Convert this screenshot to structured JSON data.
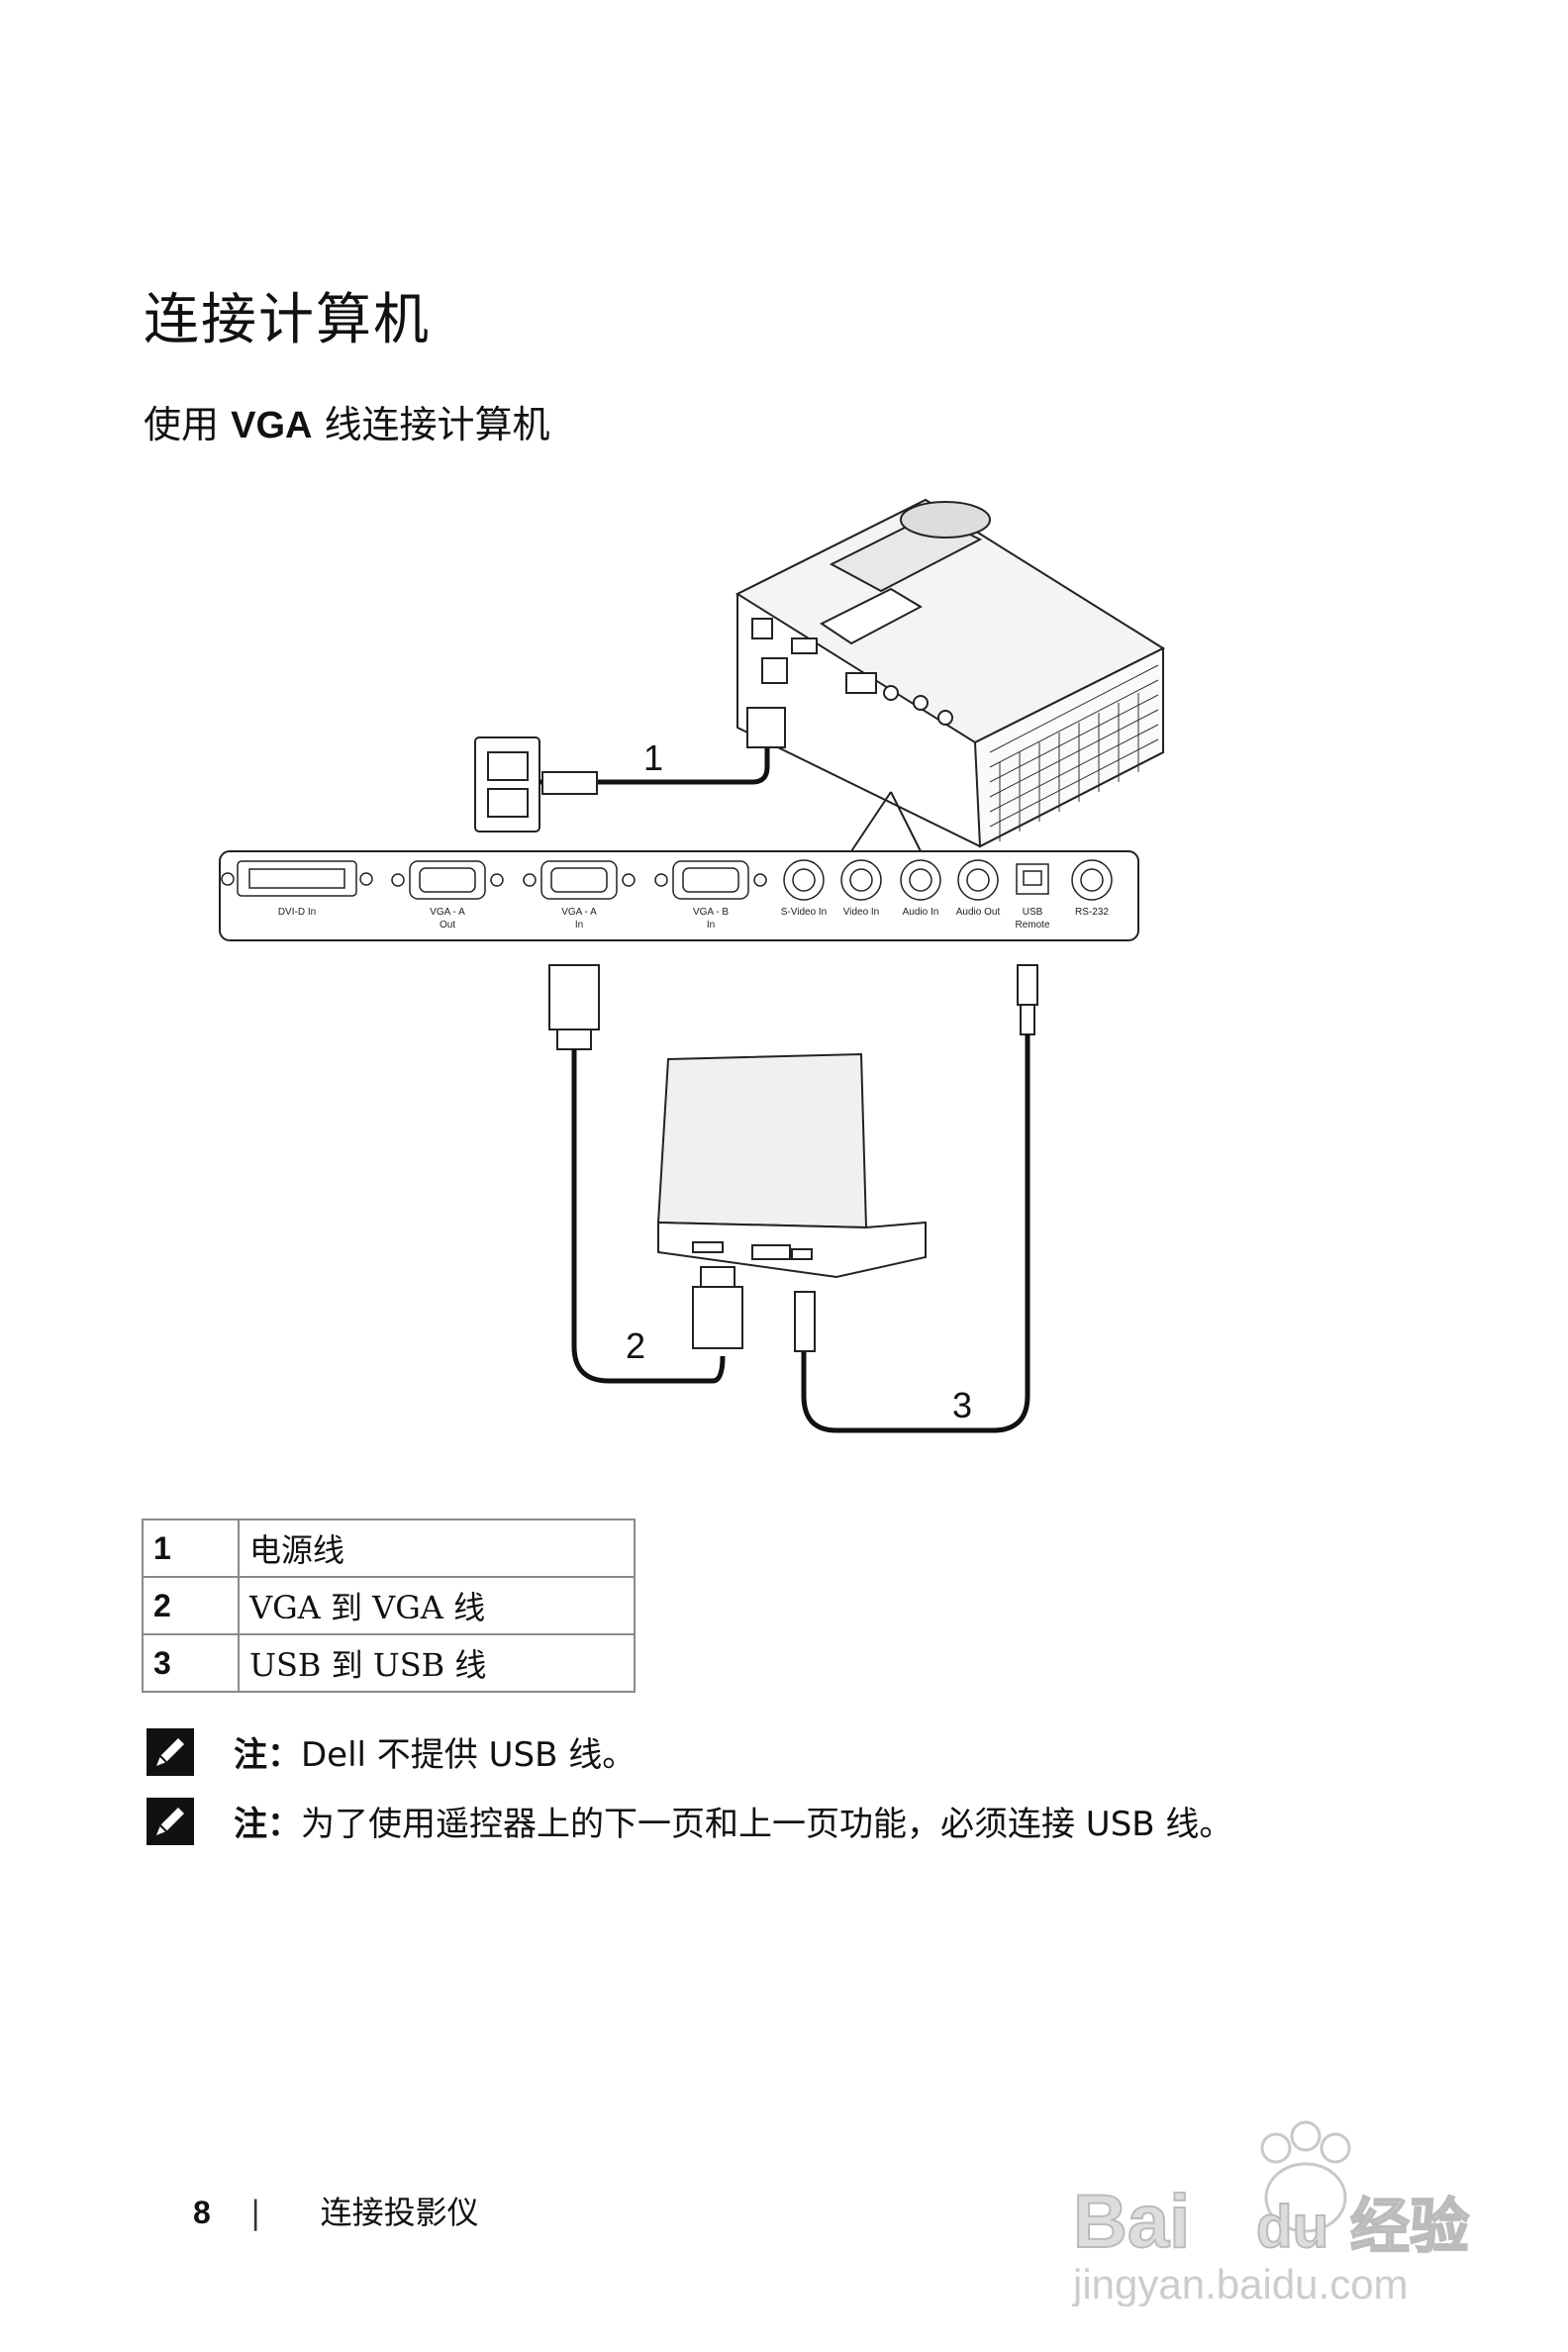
{
  "heading": "连接计算机",
  "subheading": {
    "prefix": "使用 ",
    "bold": "VGA",
    "suffix": " 线连接计算机"
  },
  "diagram": {
    "callouts": [
      "1",
      "2",
      "3"
    ],
    "ports": [
      {
        "name": "dvi-d-in",
        "line1": "DVI-D In",
        "line2": ""
      },
      {
        "name": "vga-a-out",
        "line1": "VGA - A",
        "line2": "Out"
      },
      {
        "name": "vga-a-in",
        "line1": "VGA - A",
        "line2": "In"
      },
      {
        "name": "vga-b-in",
        "line1": "VGA - B",
        "line2": "In"
      },
      {
        "name": "s-video-in",
        "line1": "S-Video In",
        "line2": ""
      },
      {
        "name": "video-in",
        "line1": "Video In",
        "line2": ""
      },
      {
        "name": "audio-in",
        "line1": "Audio In",
        "line2": ""
      },
      {
        "name": "audio-out",
        "line1": "Audio Out",
        "line2": ""
      },
      {
        "name": "usb-remote",
        "line1": "USB",
        "line2": "Remote"
      },
      {
        "name": "rs-232",
        "line1": "RS-232",
        "line2": ""
      }
    ]
  },
  "legend": [
    {
      "num": "1",
      "desc": "电源线"
    },
    {
      "num": "2",
      "desc": "VGA 到 VGA 线"
    },
    {
      "num": "3",
      "desc": "USB 到 USB 线"
    }
  ],
  "notes": [
    {
      "label": "注：",
      "text": "Dell 不提供 USB 线。"
    },
    {
      "label": "注：",
      "text": "为了使用遥控器上的下一页和上一页功能，必须连接 USB 线。"
    }
  ],
  "footer": {
    "page": "8",
    "separator": "|",
    "section": "连接投影仪"
  },
  "watermark": {
    "brand": "Bai",
    "brand2": "du",
    "cn": "经验",
    "url": "jingyan.baidu.com"
  }
}
